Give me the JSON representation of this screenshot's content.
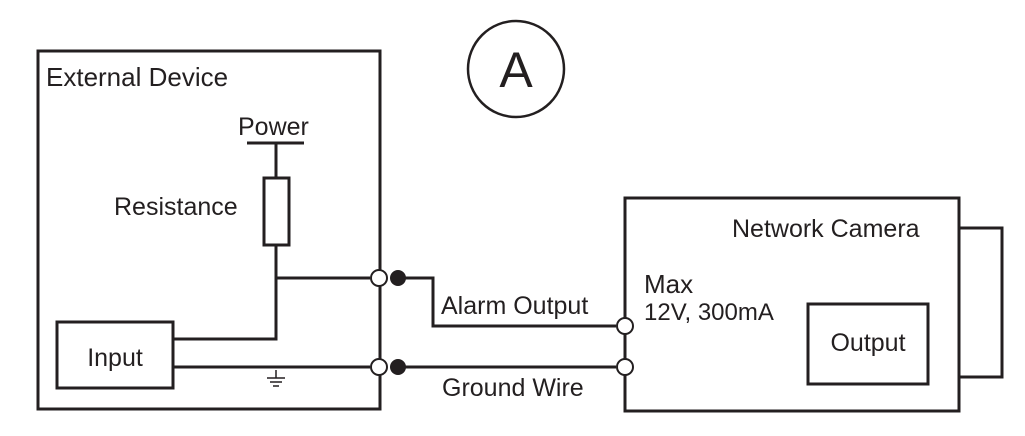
{
  "badge": {
    "letter": "A"
  },
  "external_device": {
    "title": "External Device",
    "power_label": "Power",
    "resistance_label": "Resistance",
    "input_label": "Input"
  },
  "wiring": {
    "alarm_output_label": "Alarm Output",
    "ground_wire_label": "Ground Wire"
  },
  "network_camera": {
    "title": "Network Camera",
    "max_label": "Max",
    "rating_label": "12V, 300mA",
    "output_label": "Output"
  },
  "colors": {
    "line": "#231f20",
    "background": "#ffffff"
  }
}
